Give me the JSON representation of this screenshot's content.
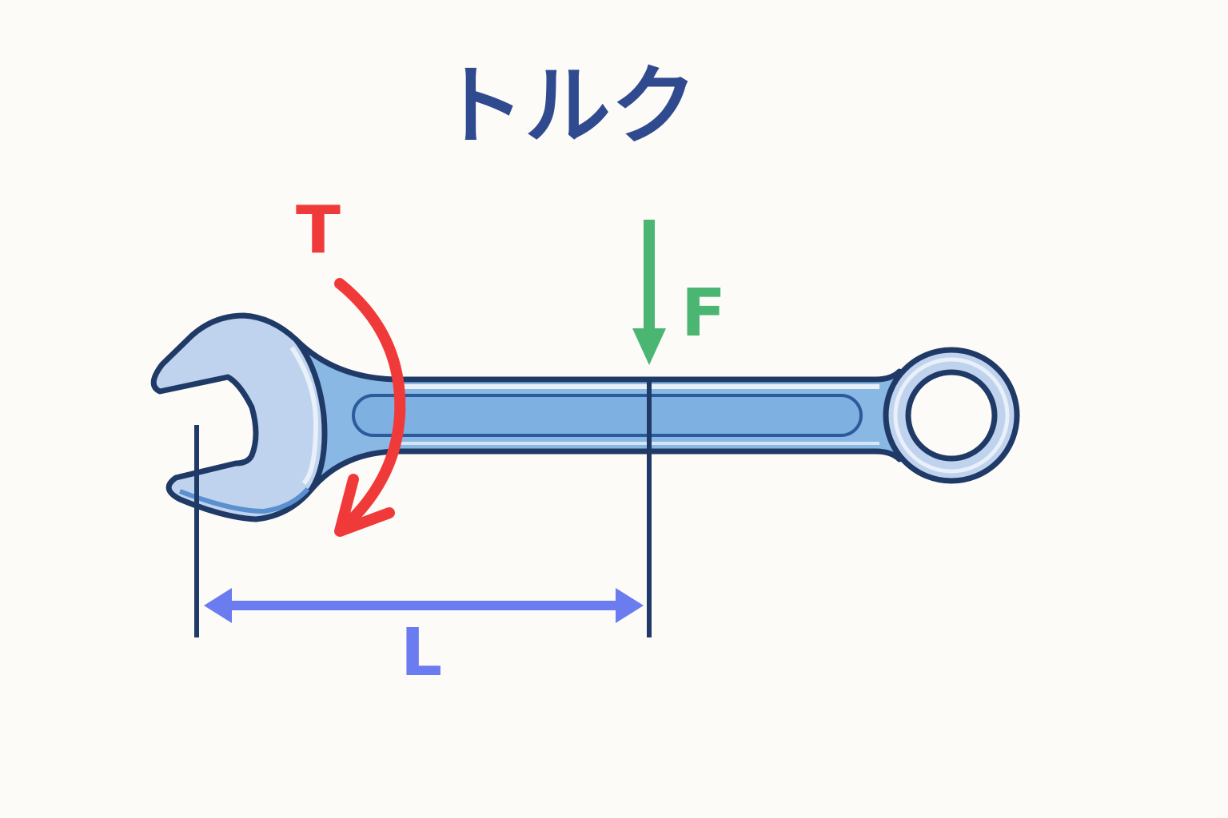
{
  "title": "トルク",
  "labels": {
    "torque": "T",
    "force": "F",
    "length": "L"
  },
  "colors": {
    "background": "#fdfbf7",
    "title": "#2f4a8f",
    "torque": "#f03a3a",
    "force": "#4bb572",
    "length": "#6b7bf0",
    "outline": "#1f3a66",
    "wrench_fill": "#bfd3ee",
    "shaft_fill": "#8ab8e4"
  }
}
